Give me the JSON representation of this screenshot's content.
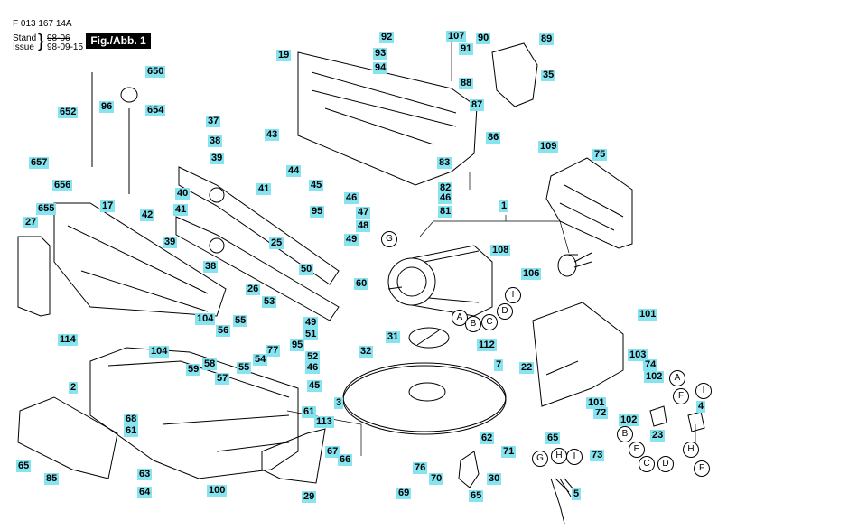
{
  "header": {
    "doc_number": "F  013 167 14A",
    "stand_label": "Stand",
    "stand_value": "98-06",
    "issue_label": "Issue",
    "issue_value": "98-09-15",
    "figure_label": "Fig./Abb. 1"
  },
  "part_numbers": [
    "650",
    "652",
    "654",
    "96",
    "37",
    "38",
    "39",
    "40",
    "41",
    "42",
    "657",
    "656",
    "655",
    "17",
    "27",
    "19",
    "25",
    "26",
    "39",
    "38",
    "41",
    "43",
    "44",
    "45",
    "46",
    "47",
    "48",
    "49",
    "95",
    "92",
    "107",
    "91",
    "90",
    "89",
    "93",
    "94",
    "88",
    "87",
    "86",
    "35",
    "83",
    "82",
    "46",
    "81",
    "109",
    "75",
    "1",
    "108",
    "106",
    "101",
    "103",
    "74",
    "102",
    "104",
    "114",
    "104",
    "56",
    "55",
    "53",
    "54",
    "55",
    "59",
    "58",
    "57",
    "50",
    "60",
    "49",
    "51",
    "95",
    "52",
    "46",
    "45",
    "32",
    "77",
    "31",
    "112",
    "7",
    "22",
    "2",
    "3",
    "68",
    "61",
    "65",
    "85",
    "63",
    "64",
    "100",
    "61",
    "113",
    "67",
    "66",
    "29",
    "62",
    "71",
    "76",
    "70",
    "69",
    "30",
    "65",
    "5",
    "72",
    "73",
    "65",
    "101",
    "102",
    "23",
    "4"
  ],
  "connector_letters": [
    "G",
    "I",
    "A",
    "B",
    "C",
    "D",
    "A",
    "F",
    "I",
    "B",
    "E",
    "C",
    "D",
    "H",
    "F",
    "G",
    "H",
    "I"
  ],
  "colors": {
    "callout_bg": "#86e3f0",
    "line": "#000000"
  }
}
